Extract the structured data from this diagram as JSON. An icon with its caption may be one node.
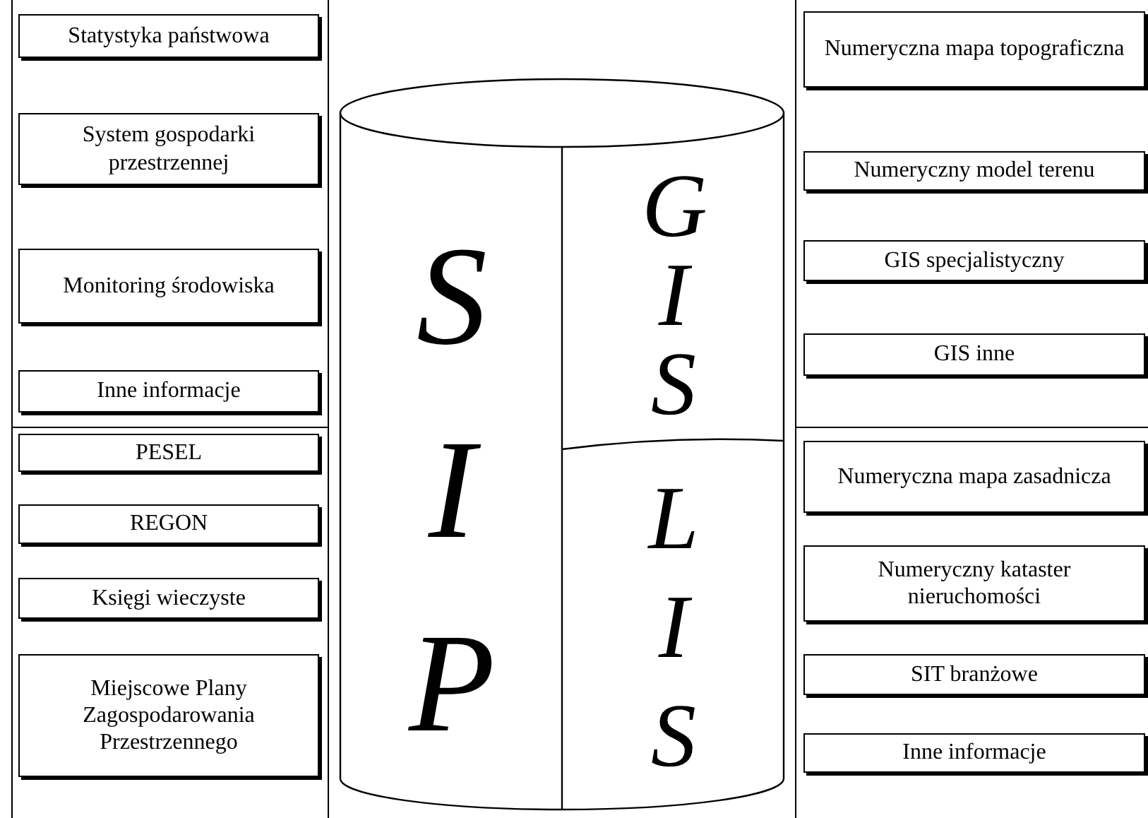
{
  "diagram": {
    "nodes": [
      {
        "text": [],
        "shape": "box"
      },
      {
        "text": [
          "Statystyka państwowa"
        ],
        "in": 0
      },
      {
        "text": [
          "System gospodarki przestrzennej"
        ],
        "in": 0
      },
      {
        "text": [
          "Monitoring środowiska"
        ],
        "in": 0
      },
      {
        "text": [
          "Inne informacje"
        ],
        "in": 0
      },
      {
        "text": [],
        "shape": "box"
      },
      {
        "text": [
          "PESEL"
        ],
        "in": 5
      },
      {
        "text": [
          "REGON"
        ],
        "in": 5
      },
      {
        "text": [
          "Księgi wieczyste"
        ],
        "in": 5
      },
      {
        "text": [
          "Miejscowe Plany Zagospodarowania Przestrzennego"
        ],
        "in": 5
      },
      {
        "text": [
          "SIP"
        ]
      },
      {
        "text": [
          "GIS"
        ],
        "in": 10
      },
      {
        "text": [
          "LIS"
        ],
        "in": 10
      },
      {
        "text": [],
        "shape": "box"
      },
      {
        "text": [
          "Numeryczna mapa topograficzna"
        ],
        "in": 13
      },
      {
        "text": [
          "Numeryczny model terenu"
        ],
        "in": 13
      },
      {
        "text": [
          "GIS specjalistyczny"
        ],
        "in": 13
      },
      {
        "text": [
          "GIS inne"
        ],
        "in": 13
      },
      {
        "text": [],
        "shape": "box"
      },
      {
        "text": [
          "Numeryczna mapa zasadnicza"
        ],
        "in": 18
      },
      {
        "text": [
          "Numeryczny kataster nieruchomości"
        ],
        "in": 18
      },
      {
        "text": [
          "SIT branżowe"
        ],
        "in": 18
      },
      {
        "text": [
          "Inne informacje"
        ],
        "in": 18
      }
    ]
  }
}
